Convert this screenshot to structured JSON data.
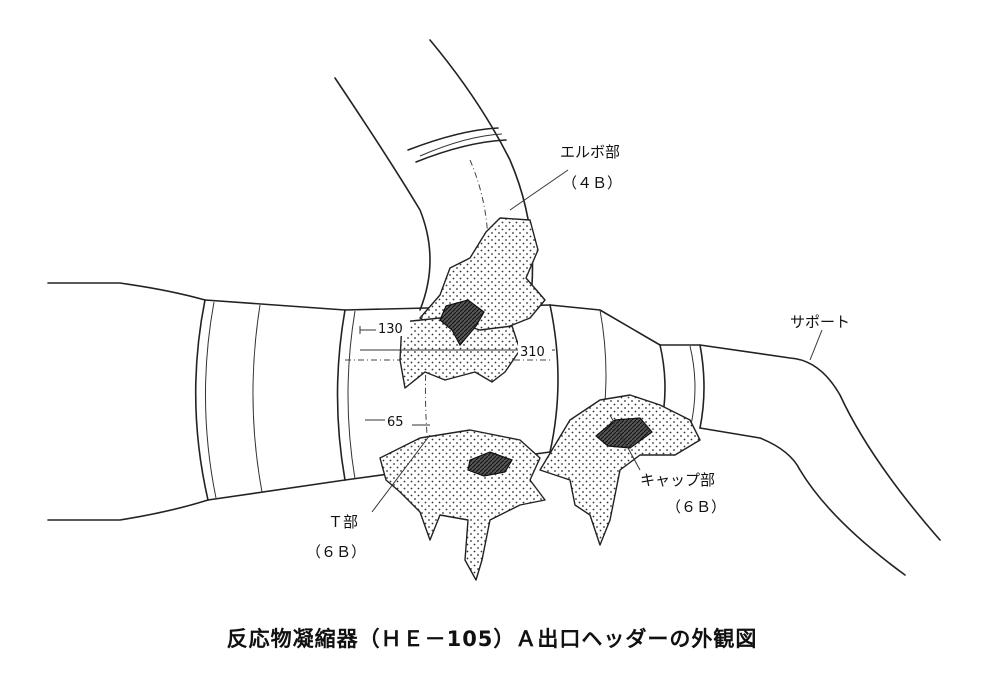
{
  "labels": {
    "elbow_name": "エルボ部",
    "elbow_size": "（４Ｂ）",
    "support": "サポート",
    "dim_130": "130",
    "dim_310": "310",
    "dim_65": "65",
    "cap_name": "キャップ部",
    "cap_size": "（６Ｂ）",
    "tee_name": "Ｔ部",
    "tee_size": "（６Ｂ）"
  },
  "caption": "反応物凝縮器（ＨＥ－105）Ａ出口ヘッダーの外観図"
}
